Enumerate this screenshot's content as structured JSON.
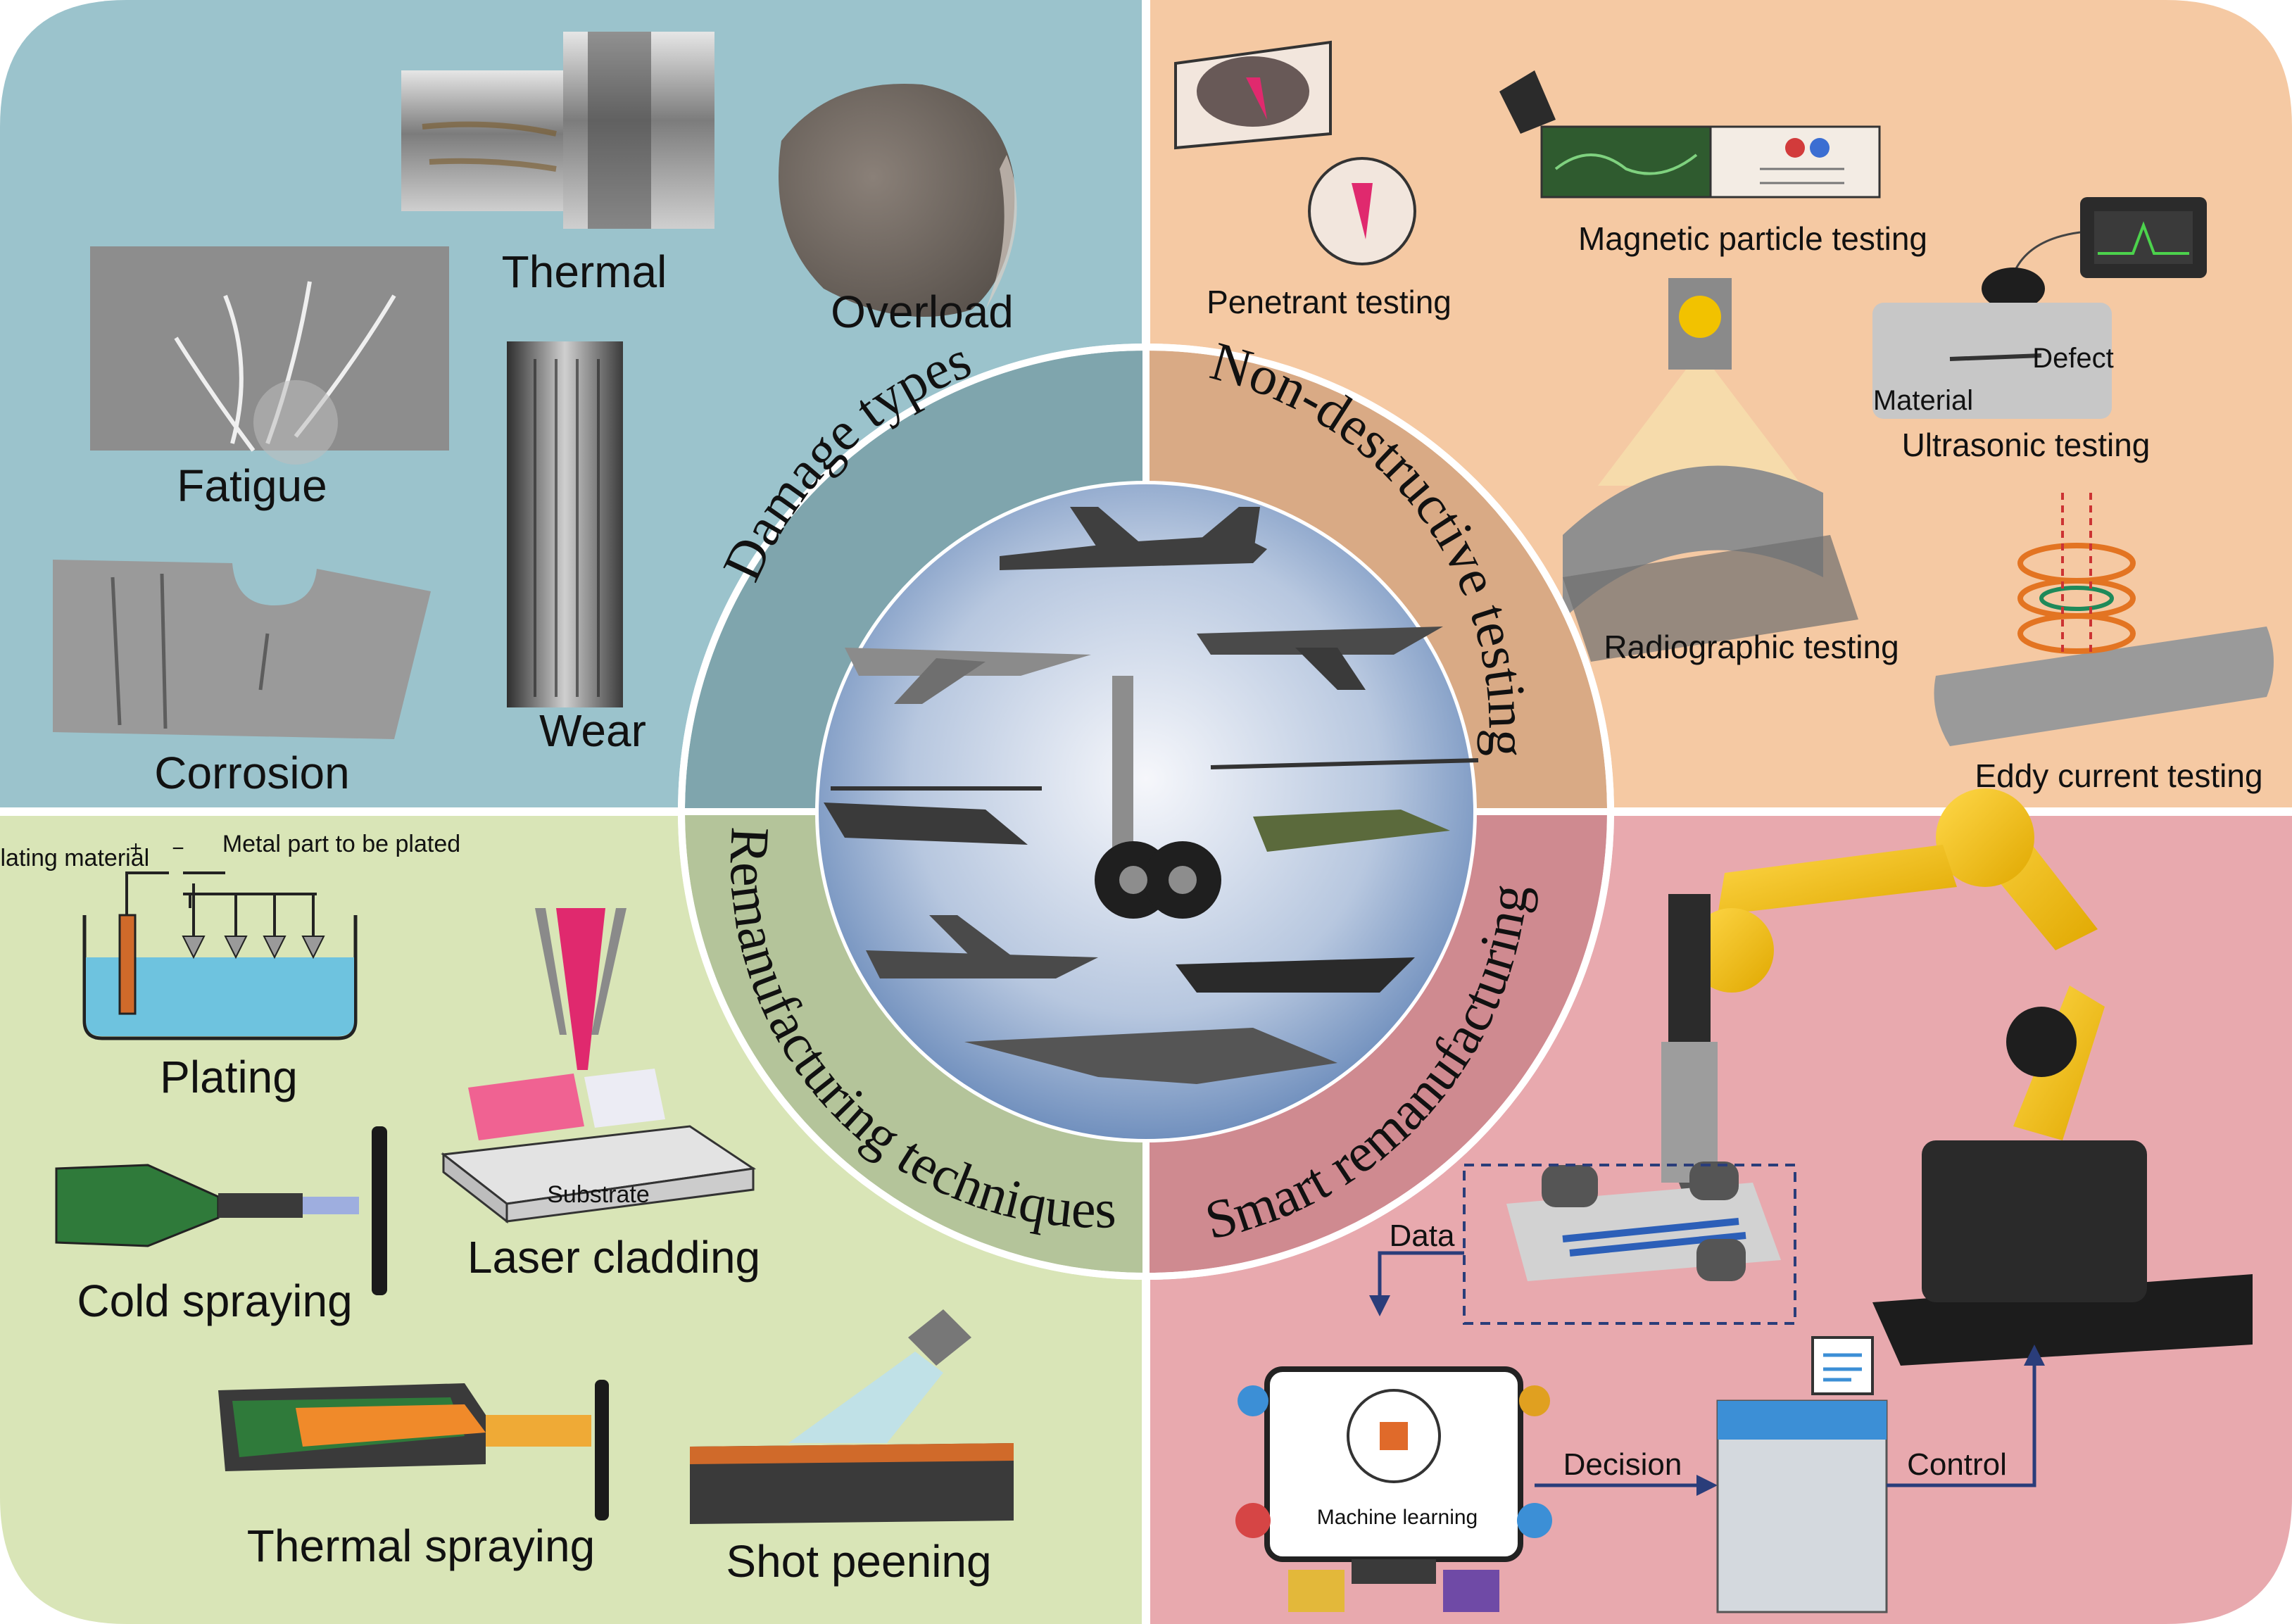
{
  "quadrants": {
    "damage": {
      "color": "#9bc3cc",
      "labels": {
        "thermal": "Thermal",
        "overload": "Overload",
        "fatigue": "Fatigue",
        "wear": "Wear",
        "corrosion": "Corrosion"
      }
    },
    "ndt": {
      "color": "#f5c9a3",
      "labels": {
        "penetrant": "Penetrant testing",
        "magnetic": "Magnetic particle testing",
        "ultrasonic": "Ultrasonic testing",
        "defect": "Defect",
        "material": "Material",
        "radiographic": "Radiographic testing",
        "eddy": "Eddy current testing"
      }
    },
    "reman": {
      "color": "#d9e5b7",
      "labels": {
        "plating_material": "Plating material",
        "metal_part": "Metal part to be plated",
        "plating": "Plating",
        "laser_cladding": "Laser cladding",
        "substrate": "Substrate",
        "cold_spraying": "Cold spraying",
        "thermal_spraying": "Thermal spraying",
        "shot_peening": "Shot peening",
        "plus": "+",
        "minus": "−"
      }
    },
    "smart": {
      "color": "#e8a9ae",
      "labels": {
        "data": "Data",
        "decision": "Decision",
        "control": "Control",
        "machine_learning": "Machine learning"
      }
    }
  },
  "ring": {
    "damage_types": "Damage types",
    "ndt": "Non-destructive testing",
    "reman_techniques": "Remanufacturing techniques",
    "smart_reman": "Smart remanufacturing",
    "colors": {
      "damage": "#7fa5ad",
      "ndt": "#d9aa85",
      "reman": "#b4c49a",
      "smart": "#cf8a90"
    }
  },
  "center": {
    "icons": [
      "transport-aircraft-icon",
      "fighter-jet-icon",
      "helicopter-icon",
      "drone-icon",
      "landing-gear-icon",
      "stealth-drone-icon"
    ]
  }
}
